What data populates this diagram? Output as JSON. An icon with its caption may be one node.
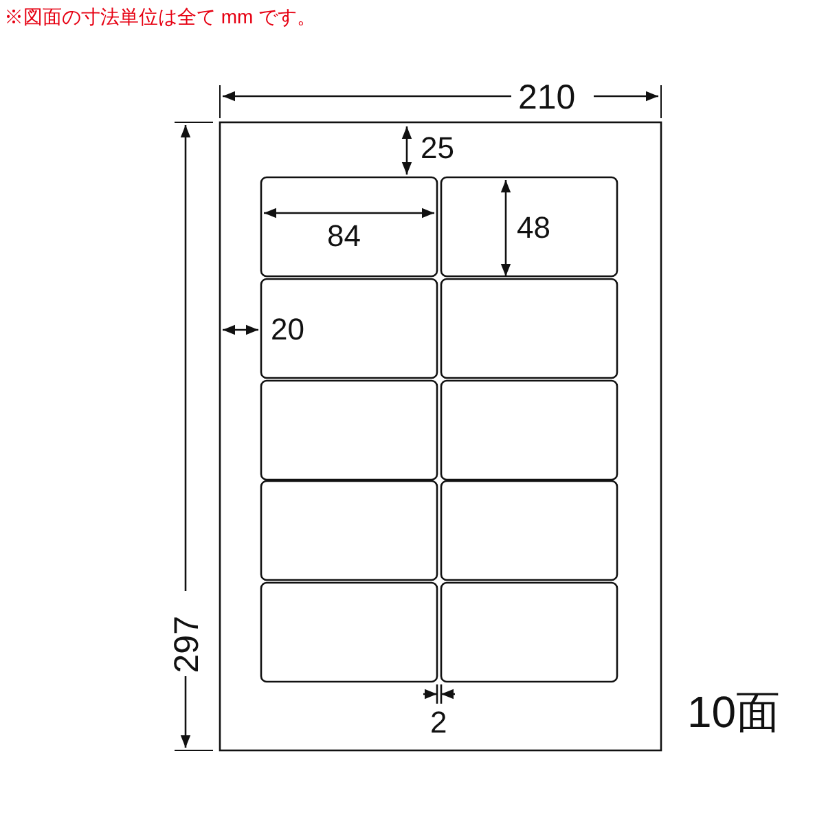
{
  "diagram": {
    "labels": [
      "※図面の寸法単位は全て mm です。",
      "210",
      "25",
      "84",
      "48",
      "20",
      "297",
      "2",
      "10面"
    ]
  }
}
